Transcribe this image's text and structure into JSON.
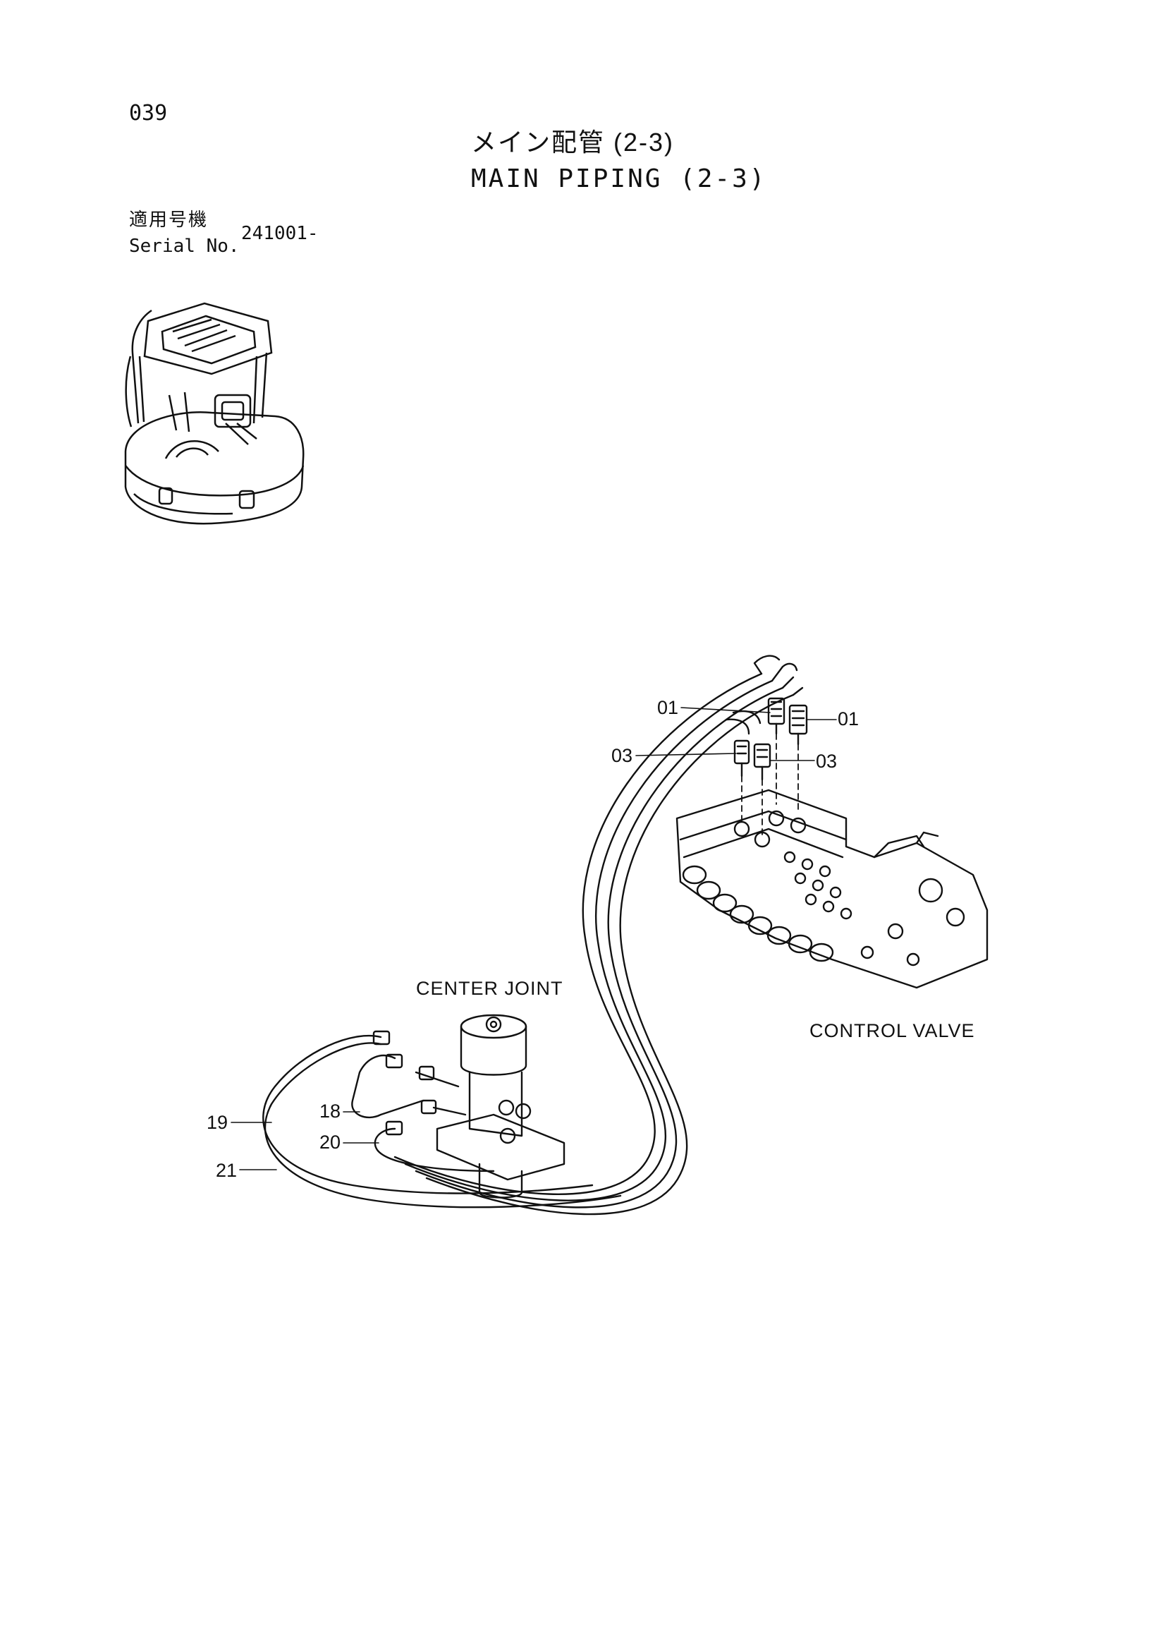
{
  "page_number": "039",
  "title_jp": "メイン配管 (2-3)",
  "title_en": "MAIN PIPING (2-3)",
  "serial": {
    "label_jp": "適用号機",
    "label_en": "Serial No.",
    "value": "241001-"
  },
  "callouts": {
    "part_01_left": "01",
    "part_01_right": "01",
    "part_03_left": "03",
    "part_03_right": "03",
    "part_19": "19",
    "part_18": "18",
    "part_20": "20",
    "part_21": "21"
  },
  "components": {
    "center_joint": "CENTER JOINT",
    "control_valve": "CONTROL VALVE"
  }
}
